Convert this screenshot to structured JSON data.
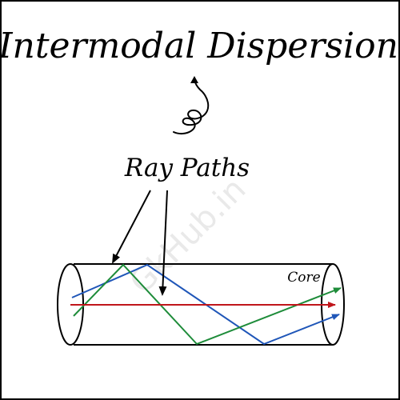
{
  "title": "Intermodal Dispersion",
  "label": "Ray Paths",
  "core_label": "Core",
  "watermark": "GkHub.in",
  "colors": {
    "background": "#ffffff",
    "outline": "#000000",
    "ray_red": "#c0161b",
    "ray_green": "#1e8c3a",
    "ray_blue": "#1f56b8",
    "watermark": "#cfcfcf"
  },
  "icons": [
    "curly-arrow-icon"
  ]
}
